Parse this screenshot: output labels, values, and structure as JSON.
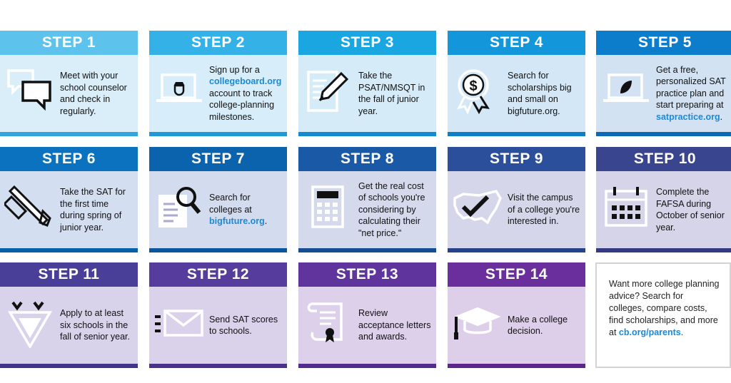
{
  "steps": [
    {
      "title": "STEP 1",
      "text": "Meet with your school counselor and check in regularly.",
      "icon": "chat-bubbles-icon",
      "head_color": "#5dc3ec",
      "body_color": "#d9eef9",
      "foot_color": "#2fa6e0"
    },
    {
      "title": "STEP 2",
      "text_before": "Sign up for a ",
      "link": "collegeboard.org",
      "text_after": " account to track college-planning milestones.",
      "icon": "laptop-acorn-icon",
      "head_color": "#34b2e8",
      "body_color": "#d7edf9",
      "foot_color": "#1c9ad8"
    },
    {
      "title": "STEP 3",
      "text": "Take the PSAT/NMSQT in the fall of junior year.",
      "icon": "test-pencil-icon",
      "head_color": "#1aa6e0",
      "body_color": "#d6ebf8",
      "foot_color": "#128cd0"
    },
    {
      "title": "STEP 4",
      "text": "Search for scholarships big and small on bigfuture.org.",
      "icon": "scholarship-ribbon-icon",
      "head_color": "#1496da",
      "body_color": "#d4e7f6",
      "foot_color": "#0c7fc8"
    },
    {
      "title": "STEP 5",
      "text_before": "Get a free, personalized SAT practice plan and start preparing at ",
      "link": "satpractice.org",
      "text_after": ".",
      "icon": "laptop-leaf-icon",
      "head_color": "#0b7dcb",
      "body_color": "#d2e2f3",
      "foot_color": "#0b6ab8"
    },
    {
      "title": "STEP 6",
      "text": "Take the SAT for the first time during spring of junior year.",
      "icon": "pencil-ruler-icon",
      "head_color": "#0a72bf",
      "body_color": "#d3def0",
      "foot_color": "#075fa8"
    },
    {
      "title": "STEP 7",
      "text_before": "Search for colleges at ",
      "link": "bigfuture.org",
      "text_after": ".",
      "icon": "search-document-icon",
      "head_color": "#0b63ae",
      "body_color": "#d3dbee",
      "foot_color": "#0a559c"
    },
    {
      "title": "STEP 8",
      "text": "Get the real cost of schools you're considering by calculating their \"net price.\"",
      "icon": "calculator-icon",
      "head_color": "#1a59a6",
      "body_color": "#d4d9ec",
      "foot_color": "#154c94"
    },
    {
      "title": "STEP 9",
      "text": "Visit the campus of a college you're interested in.",
      "icon": "usa-map-check-icon",
      "head_color": "#2b4f9b",
      "body_color": "#d5d6ea",
      "foot_color": "#24438a"
    },
    {
      "title": "STEP 10",
      "text": "Complete the FAFSA during October of senior year.",
      "icon": "calendar-icon",
      "head_color": "#3a4590",
      "body_color": "#d6d4e8",
      "foot_color": "#333b80"
    },
    {
      "title": "STEP 11",
      "text": "Apply to at least six schools in the fall of senior year.",
      "icon": "pennant-icon",
      "head_color": "#4a3f98",
      "body_color": "#d8d3ea",
      "foot_color": "#403588"
    },
    {
      "title": "STEP 12",
      "text": "Send SAT scores to schools.",
      "icon": "envelope-icon",
      "head_color": "#563c9c",
      "body_color": "#dad2ea",
      "foot_color": "#4a328b"
    },
    {
      "title": "STEP 13",
      "text": "Review acceptance letters and awards.",
      "icon": "diploma-scroll-icon",
      "head_color": "#5f349d",
      "body_color": "#dcd0ea",
      "foot_color": "#532c8d"
    },
    {
      "title": "STEP 14",
      "text": "Make a college decision.",
      "icon": "graduation-cap-icon",
      "head_color": "#6a2e9d",
      "body_color": "#ddcfe9",
      "foot_color": "#5c278c"
    }
  ],
  "more": {
    "text": "Want more college planning advice? Search for colleges, compare costs, find scholarships, and more at ",
    "link": "cb.org/parents",
    "after": "."
  }
}
